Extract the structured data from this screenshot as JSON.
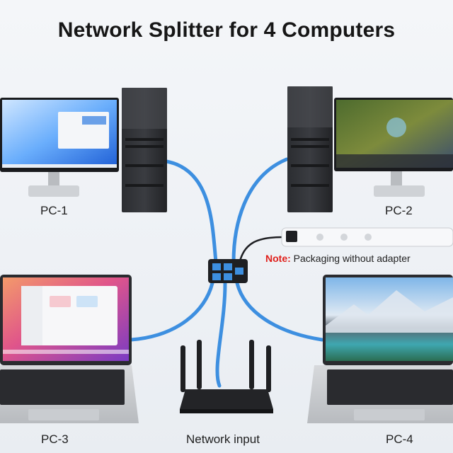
{
  "title": "Network Splitter for 4 Computers",
  "labels": {
    "pc1": "PC-1",
    "pc2": "PC-2",
    "pc3": "PC-3",
    "pc4": "PC-4",
    "network_input": "Network input"
  },
  "note": {
    "prefix": "Note:",
    "text": " Packaging without adapter"
  },
  "colors": {
    "cable": "#3d8fe0",
    "note_red": "#e0201b",
    "device_black": "#1e1f22"
  }
}
